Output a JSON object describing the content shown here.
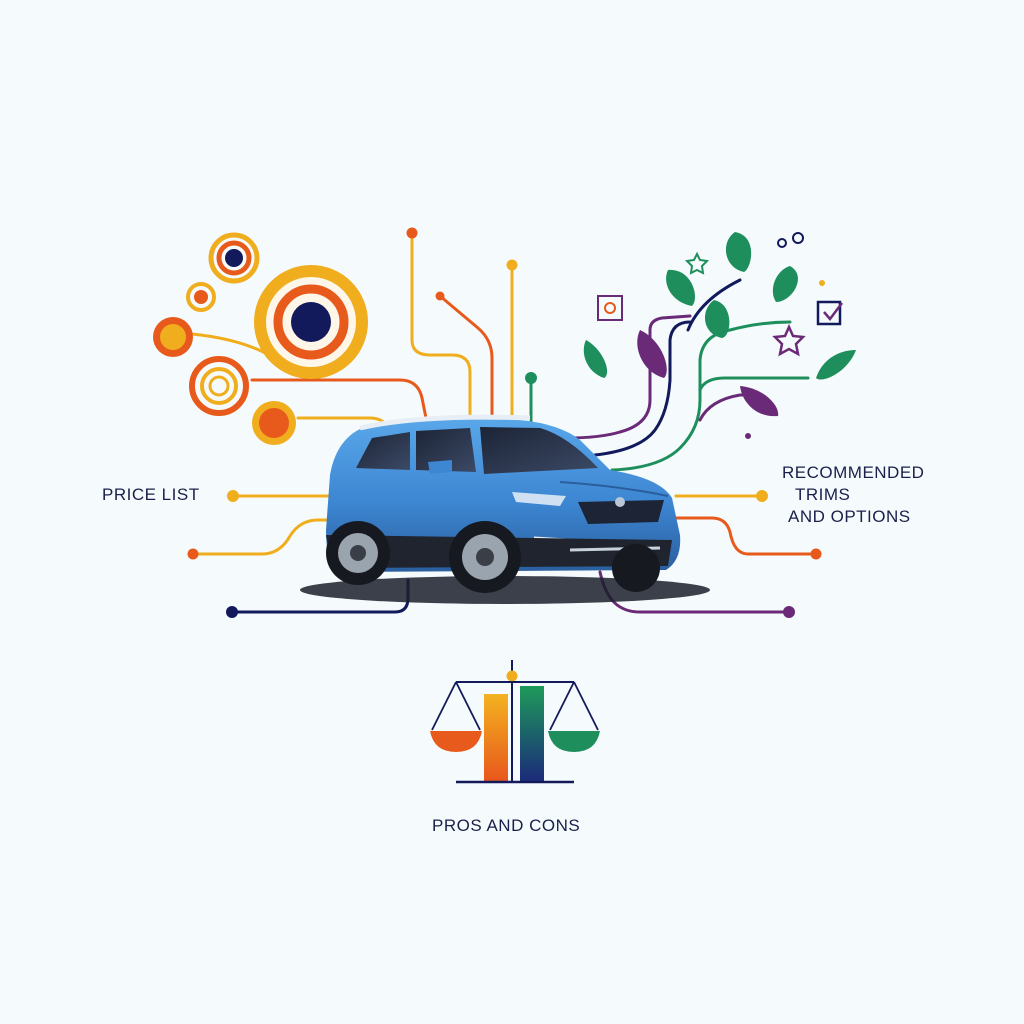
{
  "labels": {
    "price_list": "PRICE LIST",
    "recommended_line1": "RECOMMENDED",
    "recommended_line2": "TRIMS",
    "recommended_line3": "AND OPTIONS",
    "pros_cons": "PROS AND CONS"
  },
  "icons": {
    "left": "concentric-circles-icon",
    "right": "leaf-branch-icon",
    "center": "suv-car-image",
    "bottom": "balance-scale-icon"
  },
  "colors": {
    "background": "#f5fbfc",
    "text": "#1b1f4b",
    "navy": "#131a5c",
    "orange": "#e85a1c",
    "amber": "#f0ad1e",
    "green": "#1e8f5c",
    "purple": "#6a2a78",
    "car_blue": "#3f8fd8"
  }
}
